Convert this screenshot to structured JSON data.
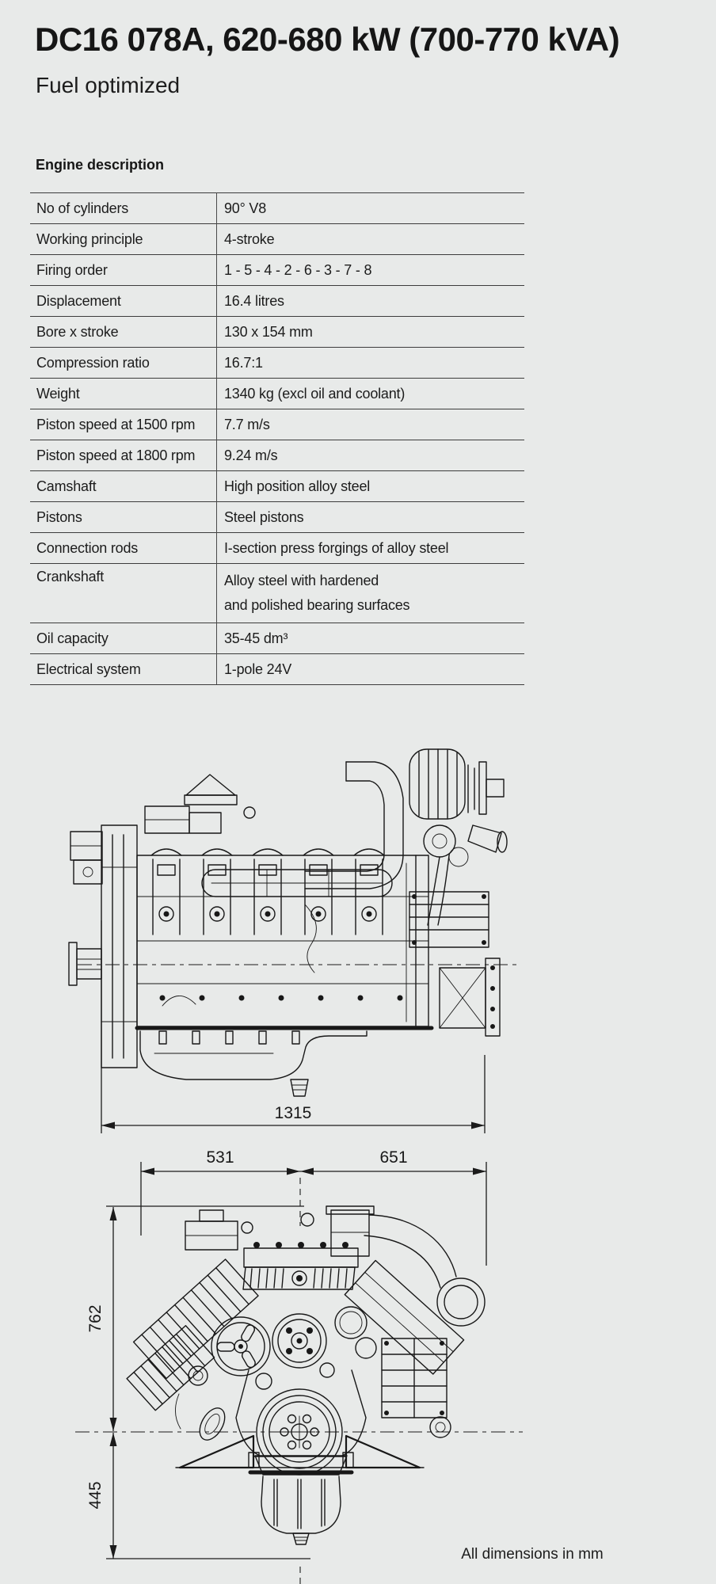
{
  "page": {
    "title": "DC16 078A, 620-680 kW (700-770 kVA)",
    "subtitle": "Fuel optimized",
    "dimensions_note": "All dimensions in mm"
  },
  "engine_description": {
    "heading": "Engine description",
    "rows": [
      {
        "label": "No of cylinders",
        "value": "90° V8"
      },
      {
        "label": "Working principle",
        "value": "4-stroke"
      },
      {
        "label": "Firing order",
        "value": "1 - 5 - 4 - 2 - 6 - 3 - 7 - 8"
      },
      {
        "label": "Displacement",
        "value": "16.4 litres"
      },
      {
        "label": "Bore x stroke",
        "value": "130 x 154 mm"
      },
      {
        "label": "Compression ratio",
        "value": "16.7:1"
      },
      {
        "label": "Weight",
        "value": "1340 kg (excl oil and coolant)"
      },
      {
        "label": "Piston speed at 1500 rpm",
        "value": "7.7 m/s"
      },
      {
        "label": "Piston speed at 1800 rpm",
        "value": "9.24 m/s"
      },
      {
        "label": "Camshaft",
        "value": "High position alloy steel"
      },
      {
        "label": "Pistons",
        "value": "Steel pistons"
      },
      {
        "label": "Connection rods",
        "value": "I-section press forgings of alloy steel"
      },
      {
        "label": "Crankshaft",
        "value": "Alloy steel with hardened\nand polished bearing surfaces"
      },
      {
        "label": "Oil capacity",
        "value": "35-45 dm³"
      },
      {
        "label": "Electrical system",
        "value": "1-pole 24V"
      }
    ]
  },
  "drawings": {
    "dims": {
      "overall_length": "1315",
      "front_width_left": "531",
      "front_width_right": "651",
      "height_above_crank": "762",
      "height_below_crank": "445"
    }
  }
}
